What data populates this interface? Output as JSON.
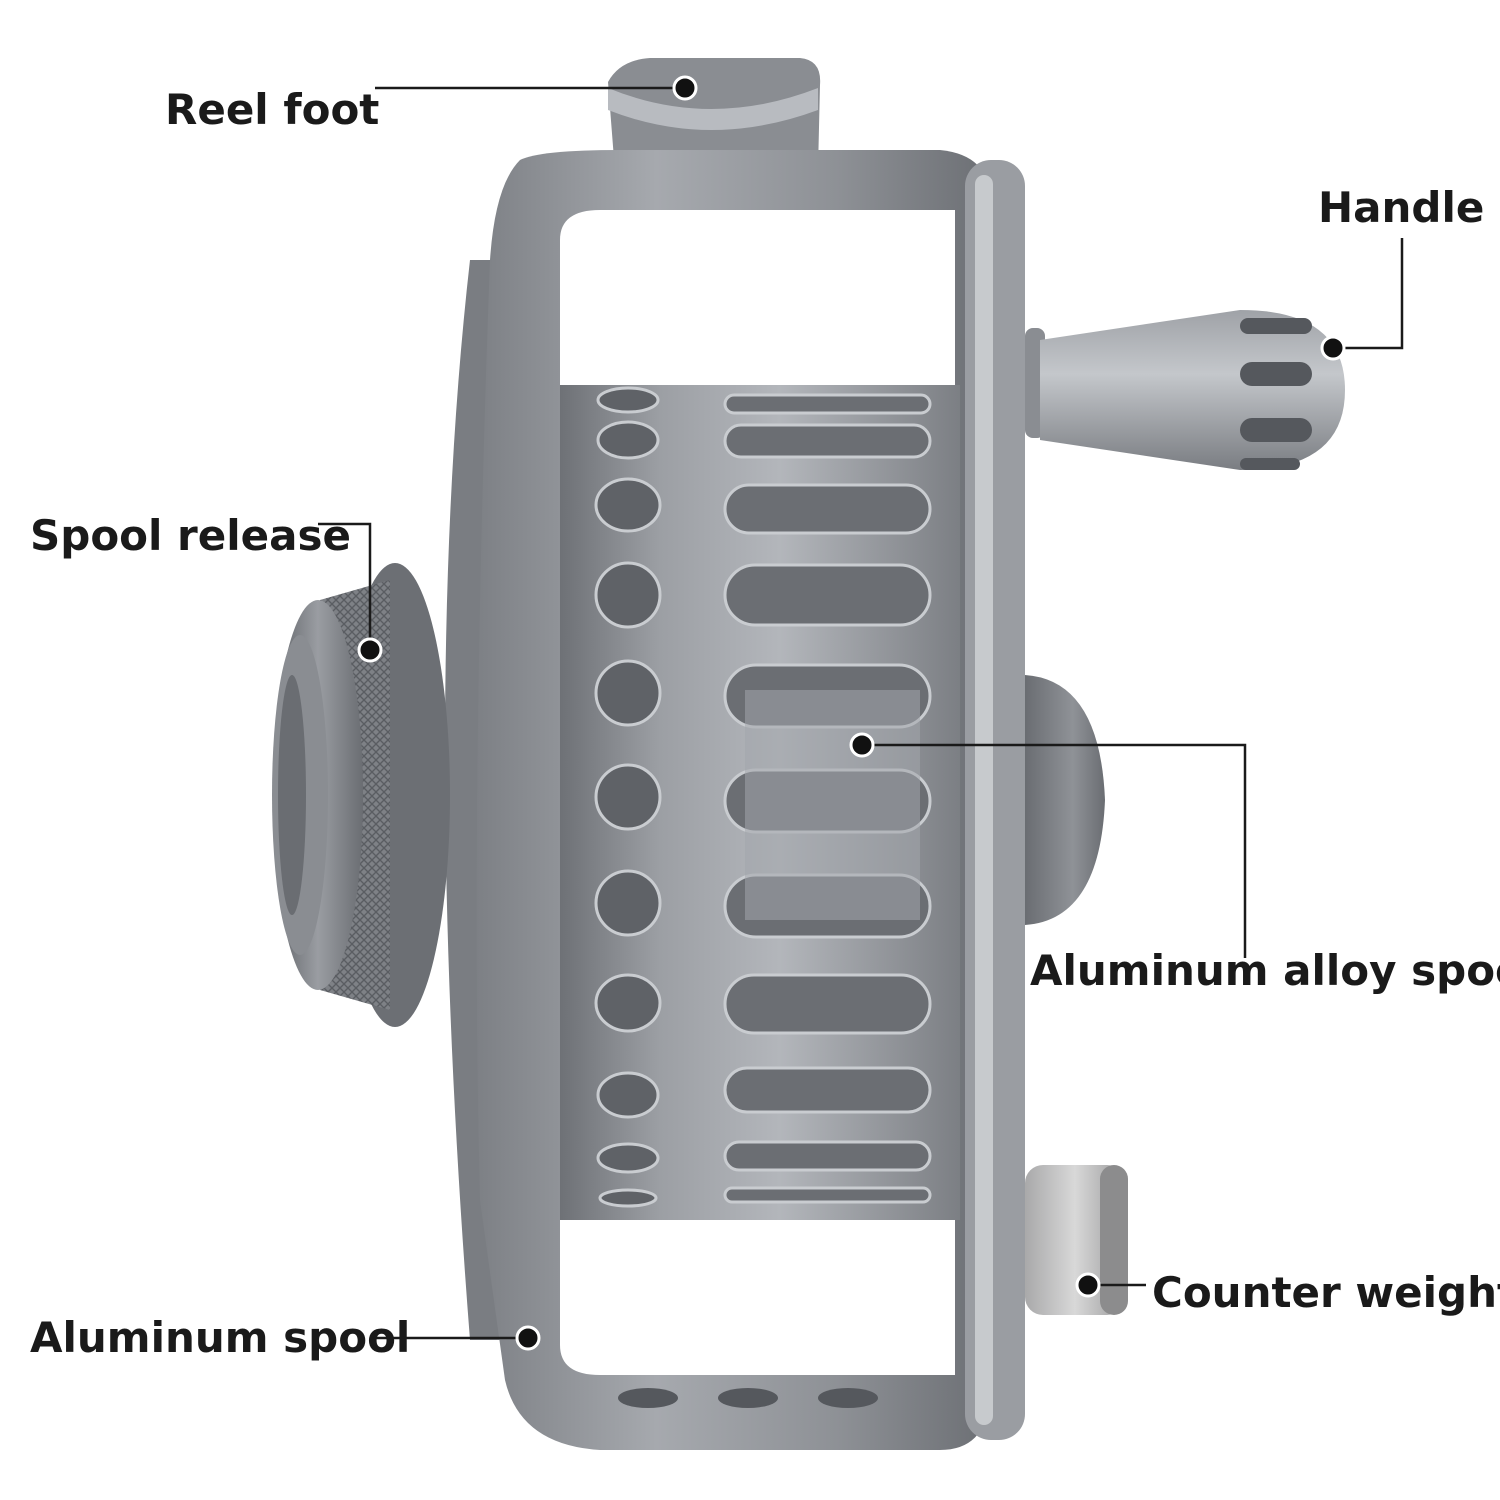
{
  "colors": {
    "background": "#ffffff",
    "label": "#1a1a1a",
    "metal_dark": "#6f7277",
    "metal_mid": "#8d9096",
    "metal_light": "#b9bcc1",
    "metal_highlight": "#d9dbde"
  },
  "labels": {
    "reel_foot": "Reel foot",
    "handle": "Handle",
    "spool_release": "Spool release",
    "aluminum_alloy_spool": "Aluminum alloy spool",
    "counter_weight": "Counter weight",
    "aluminum_spool": "Aluminum spool"
  }
}
